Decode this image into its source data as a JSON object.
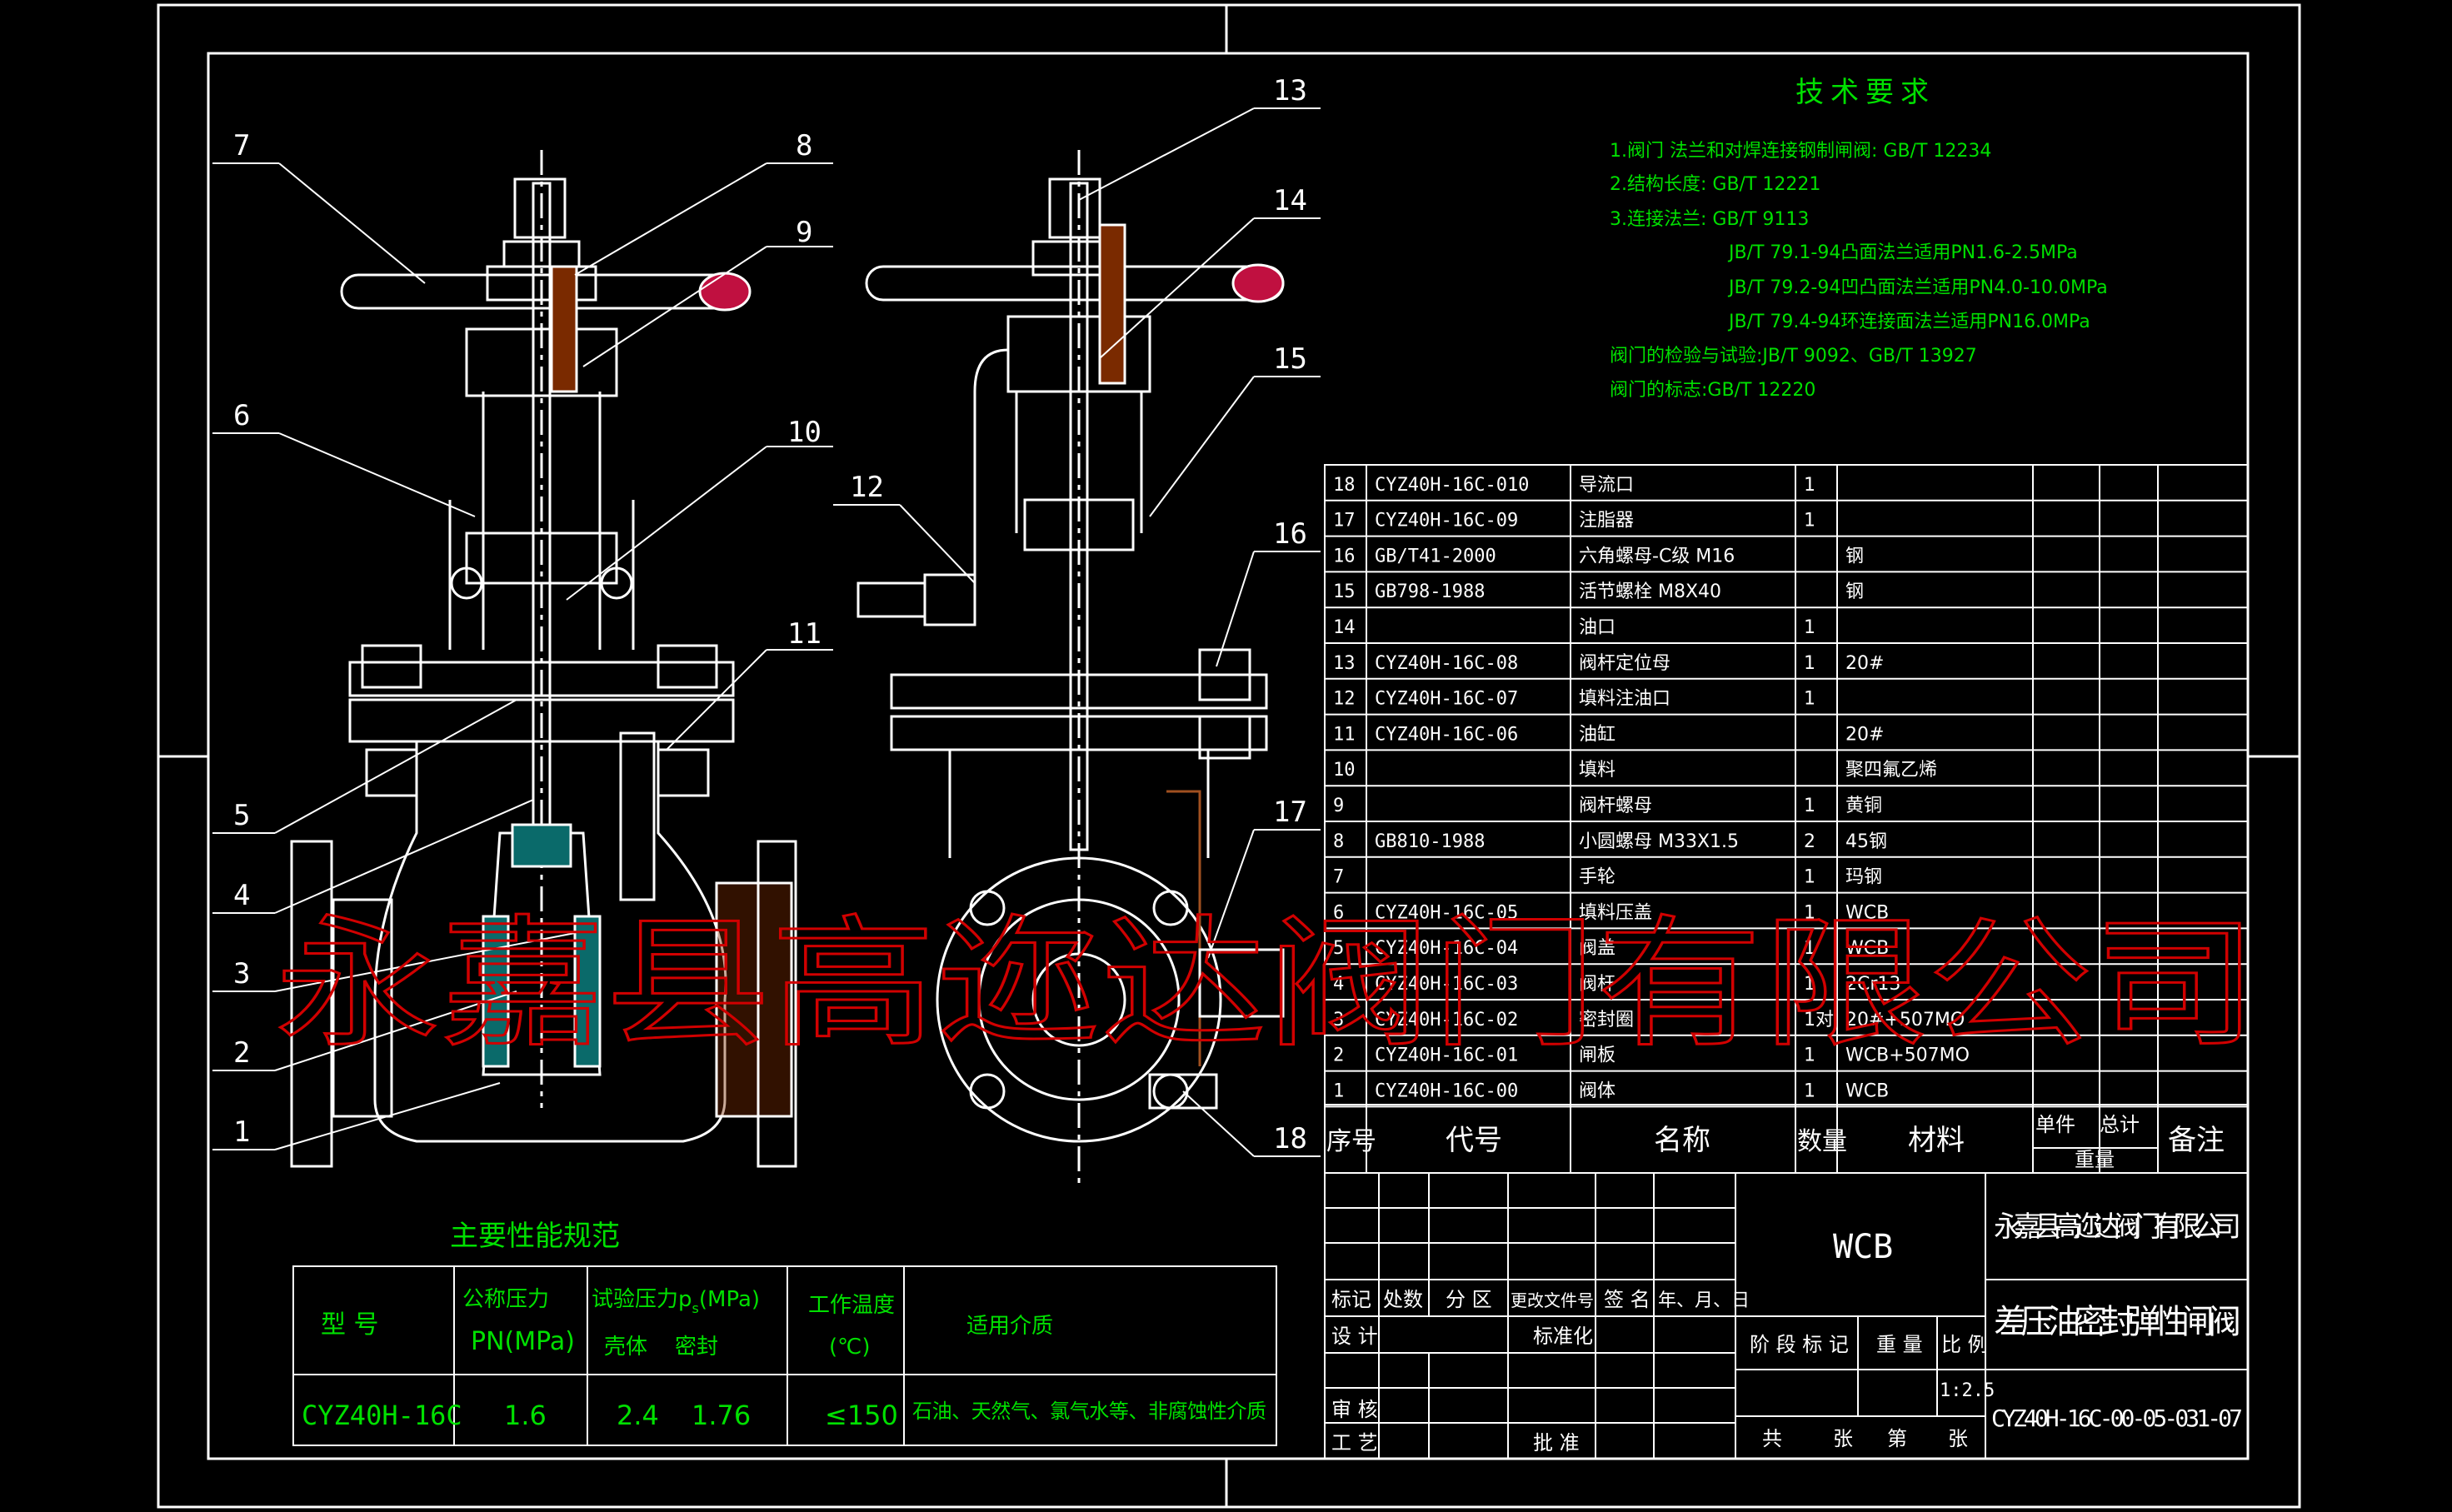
{
  "tech_requirements": {
    "title": "技术要求",
    "lines": [
      "1.阀门 法兰和对焊连接钢制闸阀:  GB/T 12234",
      "2.结构长度:  GB/T 12221",
      "3.连接法兰: GB/T 9113",
      "JB/T 79.1-94凸面法兰适用PN1.6-2.5MPa",
      "JB/T 79.2-94凹凸面法兰适用PN4.0-10.0MPa",
      "JB/T 79.4-94环连接面法兰适用PN16.0MPa",
      "阀门的检验与试验:JB/T 9092、GB/T 13927",
      "阀门的标志:GB/T 12220"
    ]
  },
  "balloons": [
    "1",
    "2",
    "3",
    "4",
    "5",
    "6",
    "7",
    "8",
    "9",
    "10",
    "11",
    "12",
    "13",
    "14",
    "15",
    "16",
    "17",
    "18"
  ],
  "parts_list": {
    "rows": [
      {
        "no": "18",
        "code": "CYZ40H-16C-010",
        "name": "导流口",
        "qty": "1",
        "material": ""
      },
      {
        "no": "17",
        "code": "CYZ40H-16C-09",
        "name": "注脂器",
        "qty": "1",
        "material": ""
      },
      {
        "no": "16",
        "code": "GB/T41-2000",
        "name": "六角螺母-C级 M16",
        "qty": "",
        "material": "钢"
      },
      {
        "no": "15",
        "code": "GB798-1988",
        "name": "活节螺栓 M8X40",
        "qty": "",
        "material": "钢"
      },
      {
        "no": "14",
        "code": "",
        "name": "油口",
        "qty": "1",
        "material": ""
      },
      {
        "no": "13",
        "code": "CYZ40H-16C-08",
        "name": "阀杆定位母",
        "qty": "1",
        "material": "20#"
      },
      {
        "no": "12",
        "code": "CYZ40H-16C-07",
        "name": "填料注油口",
        "qty": "1",
        "material": ""
      },
      {
        "no": "11",
        "code": "CYZ40H-16C-06",
        "name": "油缸",
        "qty": "",
        "material": "20#"
      },
      {
        "no": "10",
        "code": "",
        "name": "填料",
        "qty": "",
        "material": "聚四氟乙烯"
      },
      {
        "no": "9",
        "code": "",
        "name": "阀杆螺母",
        "qty": "1",
        "material": "黄铜"
      },
      {
        "no": "8",
        "code": "GB810-1988",
        "name": "小圆螺母 M33X1.5",
        "qty": "2",
        "material": "45钢"
      },
      {
        "no": "7",
        "code": "",
        "name": "手轮",
        "qty": "1",
        "material": "玛钢"
      },
      {
        "no": "6",
        "code": "CYZ40H-16C-05",
        "name": "填料压盖",
        "qty": "1",
        "material": "WCB"
      },
      {
        "no": "5",
        "code": "CYZ40H-16C-04",
        "name": "阀盖",
        "qty": "1",
        "material": "WCB"
      },
      {
        "no": "4",
        "code": "CYZ40H-16C-03",
        "name": "阀杆",
        "qty": "1",
        "material": "2Cr13"
      },
      {
        "no": "3",
        "code": "CYZ40H-16C-02",
        "name": "密封圈",
        "qty": "1对",
        "material": "20#+507MO"
      },
      {
        "no": "2",
        "code": "CYZ40H-16C-01",
        "name": "闸板",
        "qty": "1",
        "material": "WCB+507MO"
      },
      {
        "no": "1",
        "code": "CYZ40H-16C-00",
        "name": "阀体",
        "qty": "1",
        "material": "WCB"
      }
    ],
    "header": {
      "no": "序号",
      "code": "代号",
      "name": "名称",
      "qty": "数量",
      "material": "材料",
      "unit": "单件",
      "total": "总计",
      "weight": "重量",
      "remark": "备注"
    }
  },
  "title_block": {
    "material": "WCB",
    "company": "永嘉县高迩达阀门有限公司",
    "product": "差压油密封弹性闸阀",
    "drawing_no": "CYZ40H-16C-00-05-031-07",
    "scale": "1:2.5",
    "labels": {
      "mark": "标记",
      "count": "处数",
      "zone": "分 区",
      "change_doc": "更改文件号",
      "sign": "签 名",
      "date": "年、月、日",
      "design": "设 计",
      "standard": "标准化",
      "stage": "阶 段 标 记",
      "weight": "重 量",
      "ratio": "比 例",
      "review": "审 核",
      "process": "工 艺",
      "approve": "批 准",
      "total_sheets": "共",
      "sheets": "张",
      "sheet_no": "第",
      "sheet": "张"
    }
  },
  "performance": {
    "title": "主要性能规范",
    "headers": {
      "model": "型 号",
      "pn1": "公称压力",
      "pn2": "PN(MPa)",
      "test1": "试验压力",
      "test_ps": "p",
      "test_sub": "s",
      "test_unit": "(MPa)",
      "shell": "壳体",
      "seal": "密封",
      "temp1": "工作温度",
      "temp2": "(℃)",
      "medium": "适用介质"
    },
    "row": {
      "model": "CYZ40H-16C",
      "pn": "1.6",
      "shell": "2.4",
      "seal": "1.76",
      "temp": "≤150",
      "medium": "石油、天然气、氯气水等、非腐蚀性介质"
    }
  },
  "watermark": "永嘉县高迩达阀门有限公司"
}
